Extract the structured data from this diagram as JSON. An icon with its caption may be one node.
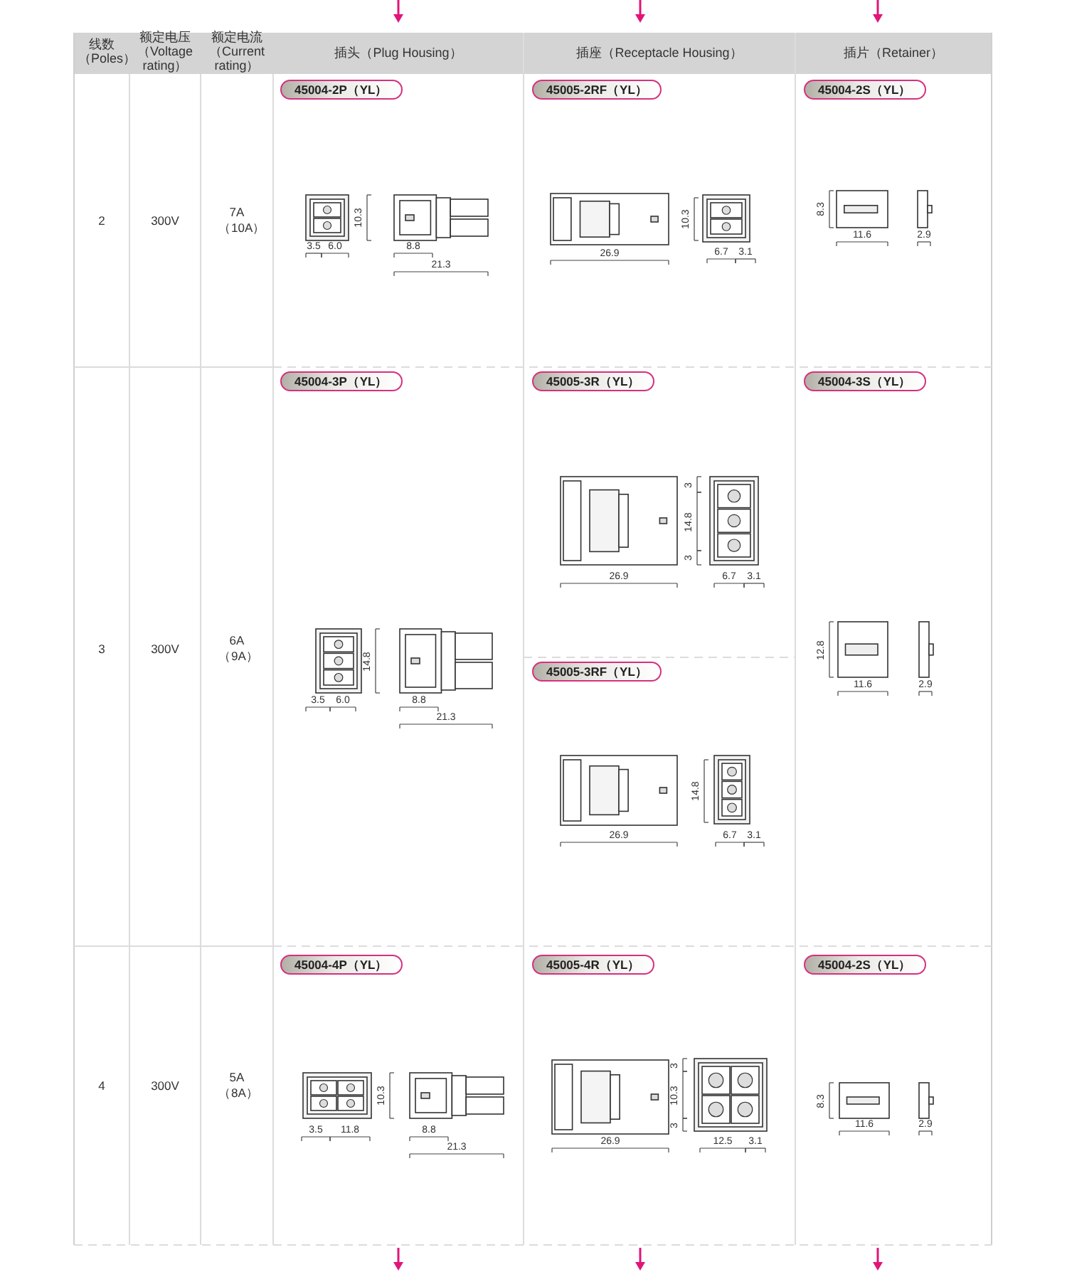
{
  "diagram": {
    "nodes": [
      {
        "text": [
          "45004-2P（YL）"
        ]
      },
      {
        "text": [
          "45005-2RF（YL）"
        ]
      },
      {
        "text": [
          "45004-2S（YL）"
        ]
      },
      {
        "text": [
          "45004-3P（YL）"
        ]
      },
      {
        "text": [
          "45005-3R（YL）"
        ]
      },
      {
        "text": [
          "45004-3S（YL）"
        ]
      },
      {
        "text": [
          "45005-3RF（YL）"
        ]
      },
      {
        "text": [
          "45004-4P（YL）"
        ]
      },
      {
        "text": [
          "45005-4R（YL）"
        ]
      },
      {
        "text": [
          "45004-2S（YL）"
        ]
      }
    ],
    "labels": [
      "线数（Poles）",
      "额定电压（Voltage rating）",
      "额定电流（Current rating）",
      "插头（Plug Housing）",
      "插座（Receptacle Housing）",
      "插片（Retainer）",
      "2",
      "300V",
      "7A（10A）",
      "3",
      "300V",
      "6A（9A）",
      "4",
      "300V",
      "5A（8A）",
      "10.3",
      "3.5",
      "6.0",
      "8.8",
      "21.3",
      "26.9",
      "10.3",
      "6.7",
      "3.1",
      "8.3",
      "11.6",
      "2.9",
      "14.8",
      "3.5",
      "6.0",
      "8.8",
      "21.3",
      "26.9",
      "3",
      "14.8",
      "3",
      "6.7",
      "3.1",
      "12.8",
      "11.6",
      "2.9",
      "26.9",
      "14.8",
      "6.7",
      "3.1",
      "10.3",
      "3.5",
      "11.8",
      "8.8",
      "21.3",
      "26.9",
      "3",
      "10.3",
      "3",
      "12.5",
      "3.1",
      "8.3",
      "11.6",
      "2.9"
    ]
  }
}
